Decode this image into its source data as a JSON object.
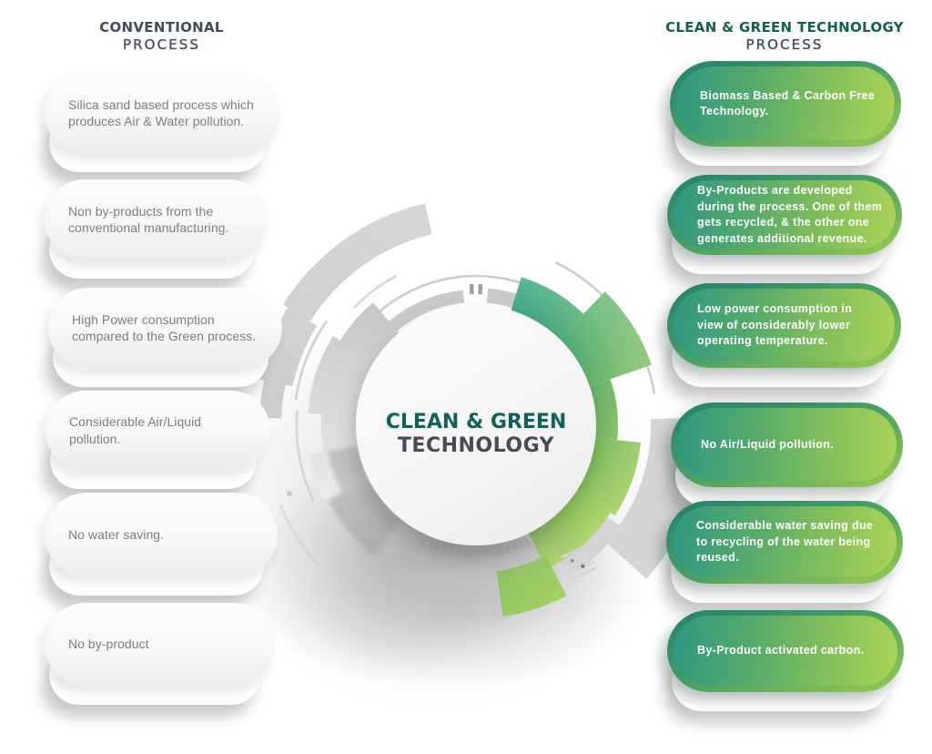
{
  "title": "Clean & Green Technology vs Conventional Process",
  "colors": {
    "background": "#ffffff",
    "header_slate": "#3e4d5f",
    "header_green": "#116052",
    "circle_title_green": "#126158",
    "circle_title_slate": "#494b54",
    "card_text_gray": "#7e7e7e",
    "card_text_white": "#ffffff",
    "green_gradient_start": "#2f9884",
    "green_gradient_end": "#a9d156"
  },
  "left_column": {
    "header": {
      "line1": "CONVENTIONAL",
      "line2": "PROCESS"
    },
    "cards": [
      {
        "text": "Silica sand based process which\nproduces Air & Water pollution."
      },
      {
        "text": "Non by-products from the\nconventional manufacturing."
      },
      {
        "text": "High Power consumption\ncompared to the Green process."
      },
      {
        "text": "Considerable Air/Liquid\npollution."
      },
      {
        "text": "No water saving."
      },
      {
        "text": "No by-product"
      }
    ]
  },
  "right_column": {
    "header": {
      "line1": "CLEAN & GREEN TECHNOLOGY",
      "line2": "PROCESS"
    },
    "cards": [
      {
        "text": "Biomass Based & Carbon Free\nTechnology."
      },
      {
        "text": "By-Products are developed\nduring the process. One of them\ngets recycled, & the other one\ngenerates additional revenue."
      },
      {
        "text": "Low power consumption in\nview of considerably lower\noperating temperature."
      },
      {
        "text": "No Air/Liquid pollution."
      },
      {
        "text": "Considerable water saving due\nto recycling of the water being\nreused."
      },
      {
        "text": "By-Product activated carbon."
      }
    ]
  },
  "center": {
    "line1": "CLEAN & GREEN",
    "line2": "TECHNOLOGY"
  }
}
